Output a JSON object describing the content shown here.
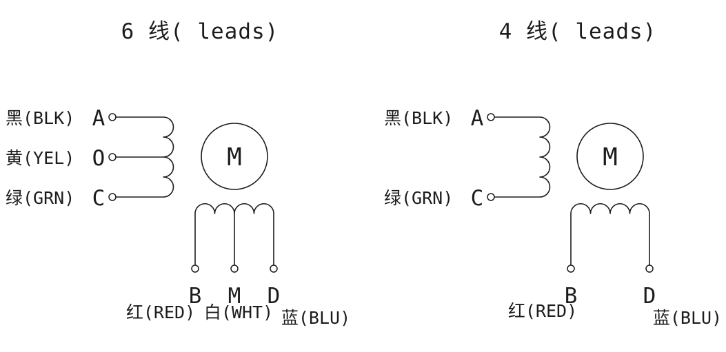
{
  "colors": {
    "line": "#1c1c1c",
    "background": "#ffffff"
  },
  "six_lead": {
    "title": "6 线( leads)",
    "motor_letter": "M",
    "leads": [
      {
        "color_label": "黑(BLK)",
        "letter": "A"
      },
      {
        "color_label": "黄(YEL)",
        "letter": "O"
      },
      {
        "color_label": "绿(GRN)",
        "letter": "C"
      }
    ],
    "terminals": [
      {
        "letter": "B",
        "color_label": "红(RED)"
      },
      {
        "letter": "M",
        "color_label": "白(WHT)"
      },
      {
        "letter": "D",
        "color_label": "蓝(BLU)"
      }
    ]
  },
  "four_lead": {
    "title": "4 线( leads)",
    "motor_letter": "M",
    "leads": [
      {
        "color_label": "黑(BLK)",
        "letter": "A"
      },
      {
        "color_label": "绿(GRN)",
        "letter": "C"
      }
    ],
    "terminals": [
      {
        "letter": "B",
        "color_label": "红(RED)"
      },
      {
        "letter": "D",
        "color_label": "蓝(BLU)"
      }
    ]
  }
}
